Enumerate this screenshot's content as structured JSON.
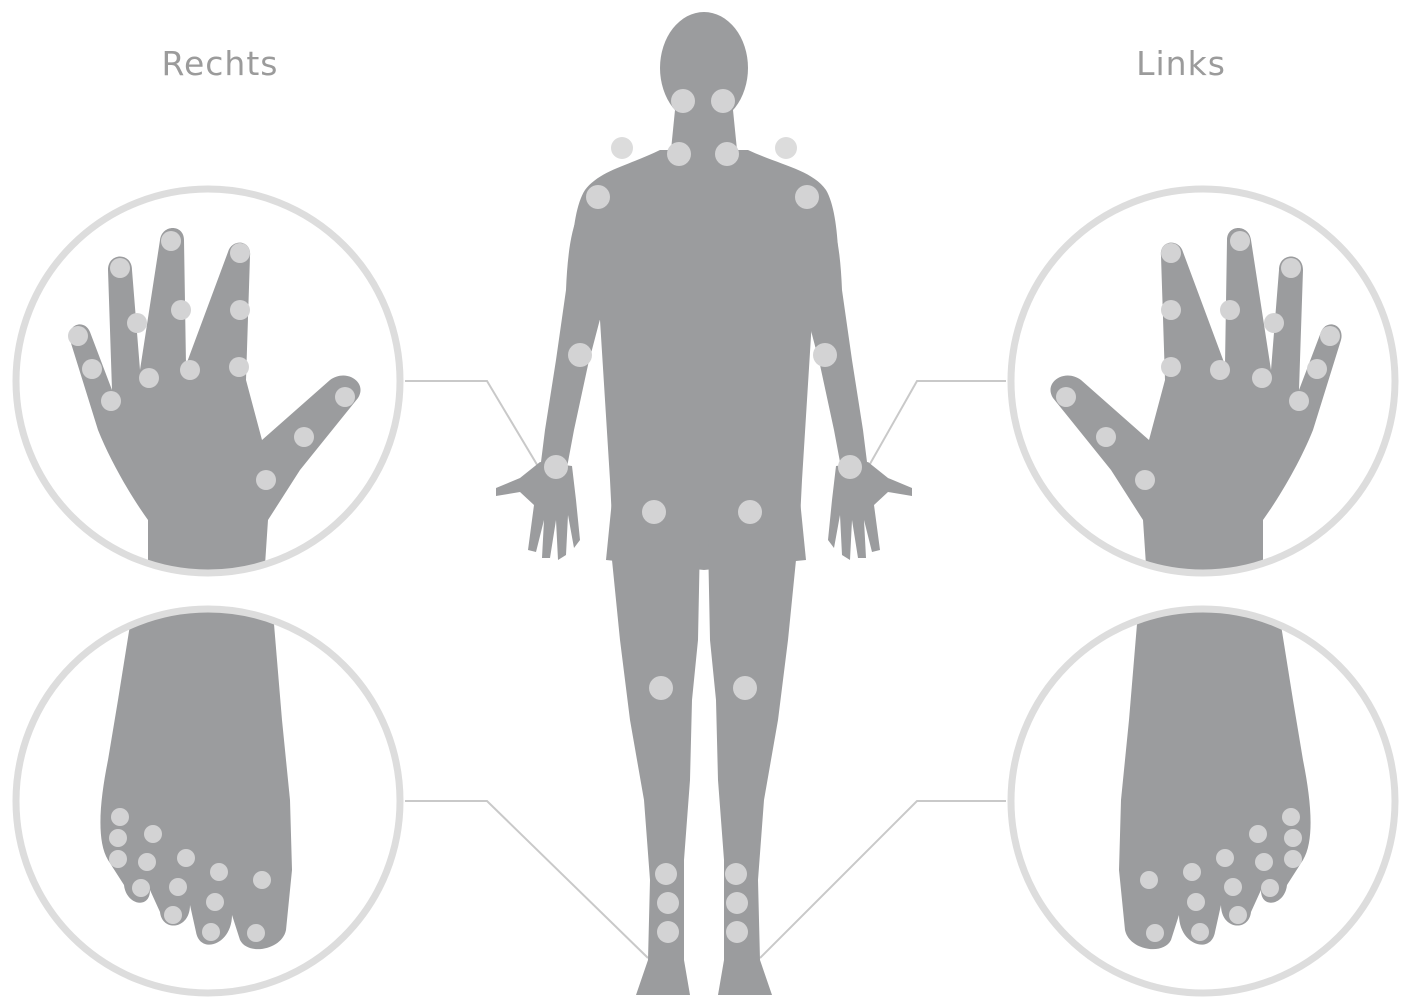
{
  "labels": {
    "right_side": "Rechts",
    "left_side": "Links"
  },
  "colors": {
    "body_fill": "#9b9c9e",
    "joint_marker": "#d3d3d4",
    "joint_marker_faint": "#dcdcdc",
    "circle_stroke": "#dddddd",
    "connector_line": "#c9c9c9",
    "label_text": "#9b9b9b"
  },
  "regions": [
    "body-overview",
    "right-hand-detail",
    "right-foot-detail",
    "left-hand-detail",
    "left-foot-detail"
  ]
}
